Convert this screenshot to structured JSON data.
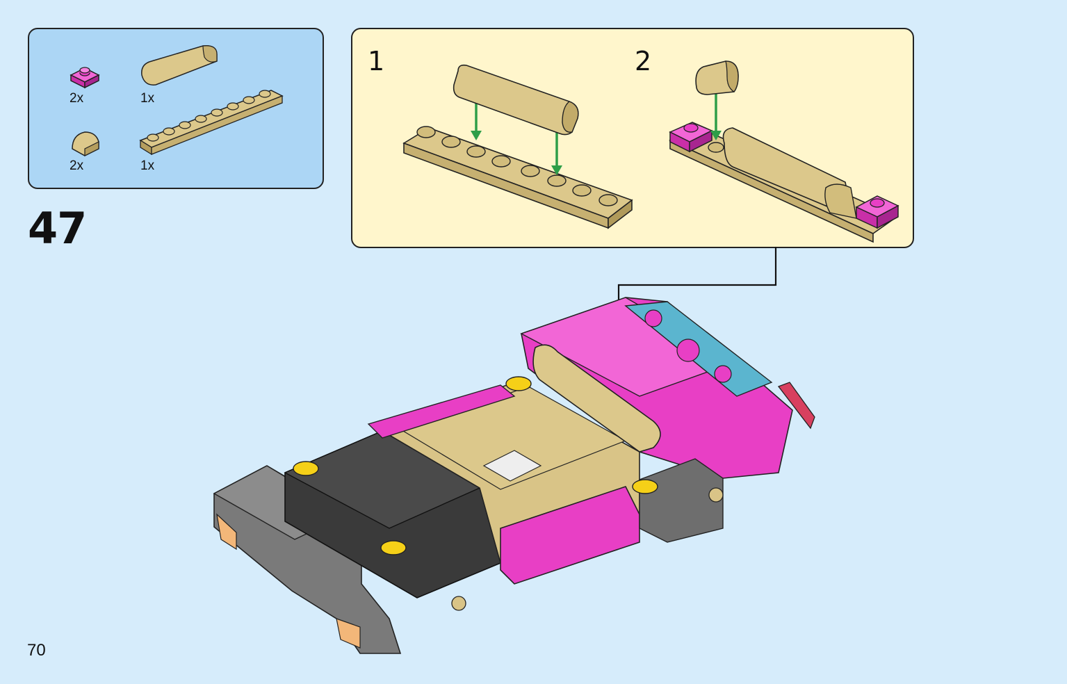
{
  "page": {
    "number": "70"
  },
  "step": {
    "number": "47"
  },
  "parts_list": [
    {
      "qty": "2x",
      "part": "pink-plate-1x1-icon",
      "color": "#e83fc5"
    },
    {
      "qty": "1x",
      "part": "tan-curved-slope-1x4-icon",
      "color": "#d9c487"
    },
    {
      "qty": "2x",
      "part": "tan-curved-slope-1x1-icon",
      "color": "#d9c487"
    },
    {
      "qty": "1x",
      "part": "tan-plate-1x8-icon",
      "color": "#d9c487"
    }
  ],
  "substeps": [
    {
      "label": "1"
    },
    {
      "label": "2"
    }
  ],
  "colors": {
    "background": "#d6ecfb",
    "parts_box": "#acd6f5",
    "substep_box": "#fff6cc",
    "tan": "#d9c487",
    "pink": "#e83fc5",
    "dark_gray": "#4a4a4a",
    "green_arrow": "#2e9e48"
  }
}
